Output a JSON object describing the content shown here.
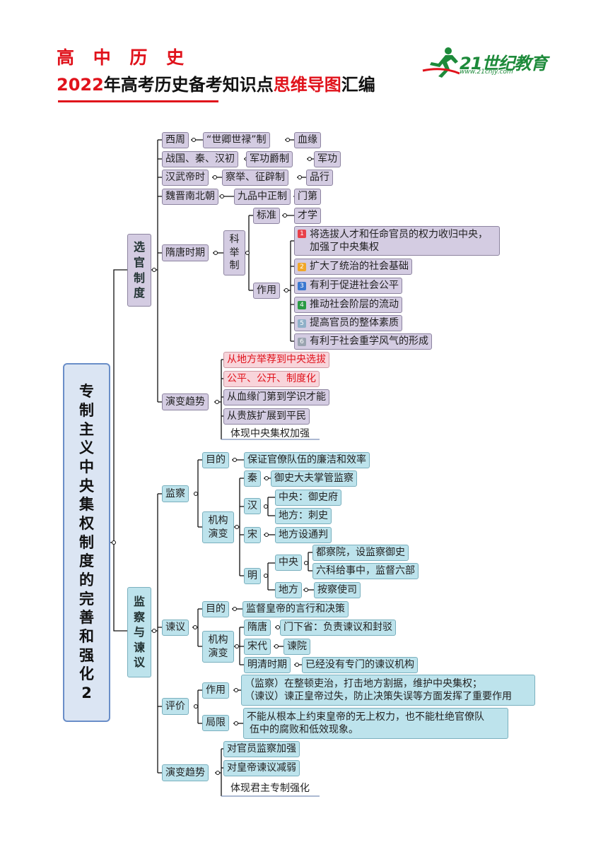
{
  "header": {
    "subject": "高 中 历 史",
    "year": "2022",
    "t1": "年高考历史备考知识点",
    "t2": "思维导图",
    "t3": "汇编"
  },
  "logo": {
    "text": "21世纪教育",
    "url": "www.21cnjy.com"
  },
  "root": [
    "专",
    "制",
    "主",
    "义",
    "中",
    "央",
    "集",
    "权",
    "制",
    "度",
    "的",
    "完",
    "善",
    "和",
    "强",
    "化",
    "2"
  ],
  "xuanguan": {
    "label": [
      "选",
      "官",
      "制",
      "度"
    ],
    "xizhou": {
      "era": "西周",
      "system": "“世卿世禄”制",
      "basis": "血缘"
    },
    "zhanguo": {
      "era": "战国、秦、汉初",
      "system": "军功爵制",
      "basis": "军功"
    },
    "hanwudi": {
      "era": "汉武帝时",
      "system": "察举、征辟制",
      "basis": "品行"
    },
    "weijin": {
      "era": "魏晋南北朝",
      "system": "九品中正制",
      "basis": "门第"
    },
    "suitang": {
      "era": "隋唐时期",
      "keju": [
        "科",
        "举",
        "制"
      ],
      "standard_label": "标准",
      "standard": "才学",
      "effect_label": "作用",
      "effects": [
        {
          "num": "1",
          "line1": "将选拔人才和任命官员的权力收归中央，",
          "line2": "加强了中央集权"
        },
        {
          "num": "2",
          "line1": "扩大了统治的社会基础",
          "line2": ""
        },
        {
          "num": "3",
          "line1": "有利于促进社会公平",
          "line2": ""
        },
        {
          "num": "4",
          "line1": "推动社会阶层的流动",
          "line2": ""
        },
        {
          "num": "5",
          "line1": "提高官员的整体素质",
          "line2": ""
        },
        {
          "num": "6",
          "line1": "有利于社会重学风气的形成",
          "line2": ""
        }
      ]
    },
    "trend": {
      "label": "演变趋势",
      "items": [
        "从地方举荐到中央选拔",
        "公平、公开、制度化",
        "从血缘门第到学识才能",
        "从贵族扩展到平民",
        "体现中央集权加强"
      ]
    }
  },
  "jiancha_jianyi": {
    "label": [
      "监",
      "察",
      "与",
      "谏",
      "议"
    ],
    "jiancha": {
      "label": "监察",
      "purpose_label": "目的",
      "purpose": "保证官僚队伍的廉洁和效率",
      "org_label": "机构演变",
      "qin": {
        "label": "秦",
        "item": "御史大夫掌管监察"
      },
      "han": {
        "label": "汉",
        "central": "中央：御史府",
        "local": "地方：刺史"
      },
      "song": {
        "label": "宋",
        "item": "地方设通判"
      },
      "ming": {
        "label": "明",
        "central_label": "中央",
        "central": [
          "都察院，设监察御史",
          "六科给事中，监督六部"
        ],
        "local_label": "地方",
        "local": "按察使司"
      }
    },
    "jianyi": {
      "label": "谏议",
      "purpose_label": "目的",
      "purpose": "监督皇帝的言行和决策",
      "org_label": "机构演变",
      "suitang": {
        "label": "隋唐",
        "item": "门下省：负责谏议和封驳"
      },
      "songdai": {
        "label": "宋代",
        "item": "谏院"
      },
      "mingqing": {
        "label": "明清时期",
        "item": "已经没有专门的谏议机构"
      }
    },
    "pingjia": {
      "label": "评价",
      "effect_label": "作用",
      "effect": [
        "（监察）在整顿吏治，打击地方割据，维护中央集权；",
        "（谏议）谏正皇帝过失，防止决策失误等方面发挥了重要作用"
      ],
      "limit_label": "局限",
      "limit": [
        "不能从根本上约束皇帝的无上权力，也不能杜绝官僚队",
        "伍中的腐败和低效现象。"
      ]
    },
    "trend": {
      "label": "演变趋势",
      "items": [
        "对官员监察加强",
        "对皇帝谏议减弱",
        "体现君主专制强化"
      ]
    }
  },
  "colors": {
    "red": "#e0121b",
    "purple": "#d4cce2",
    "blue": "#bde3ec",
    "pink": "#f8d4da",
    "line": "#111111"
  }
}
